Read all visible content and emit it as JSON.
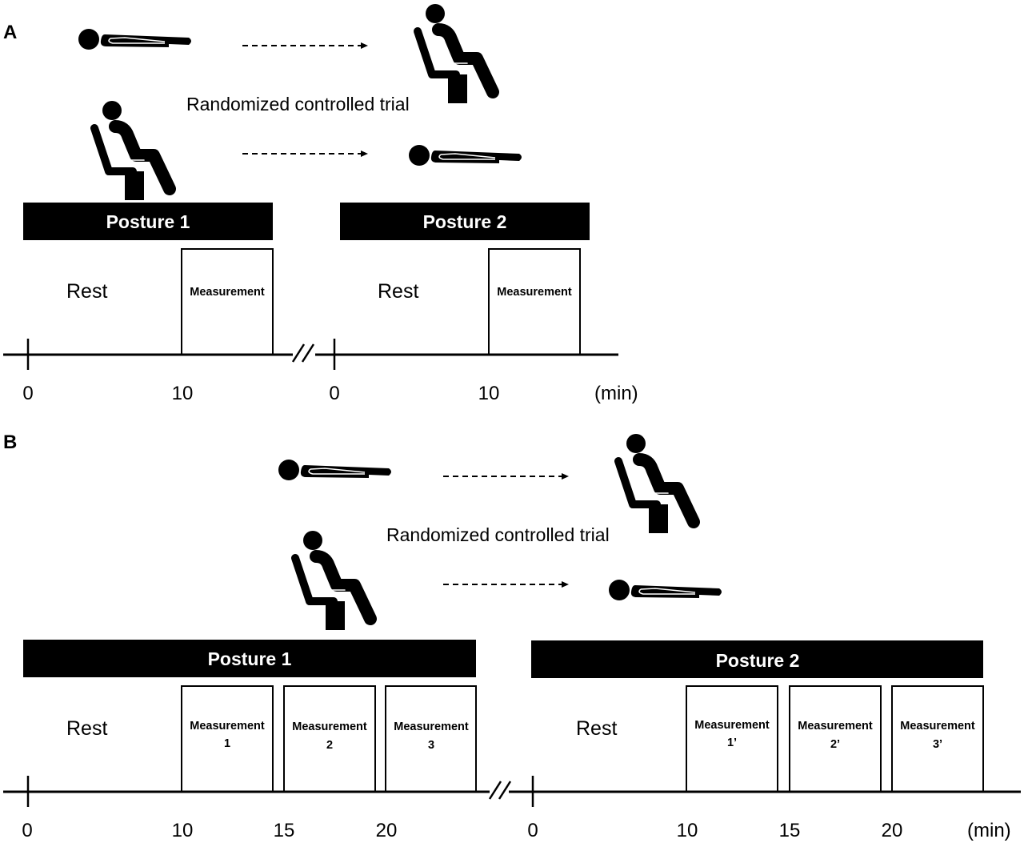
{
  "panel_a": {
    "label": "A",
    "rct_label": "Randomized controlled trial",
    "posture1_label": "Posture 1",
    "posture2_label": "Posture 2",
    "rest_label": "Rest",
    "measurement_label": "Measurement",
    "ticks": [
      "0",
      "10",
      "0",
      "10"
    ],
    "unit": "(min)"
  },
  "panel_b": {
    "label": "B",
    "rct_label": "Randomized controlled trial",
    "posture1_label": "Posture 1",
    "posture2_label": "Posture 2",
    "rest_label": "Rest",
    "measurement_label": "Measurement",
    "measurements_1": [
      "1",
      "2",
      "3"
    ],
    "measurements_2": [
      "1’",
      "2’",
      "3’"
    ],
    "ticks": [
      "0",
      "10",
      "15",
      "20",
      "0",
      "10",
      "15",
      "20"
    ],
    "unit": "(min)"
  },
  "icons": {
    "supine": "supine-person-icon",
    "sitting": "sitting-person-icon",
    "arrow": "dashed-arrow-icon"
  }
}
